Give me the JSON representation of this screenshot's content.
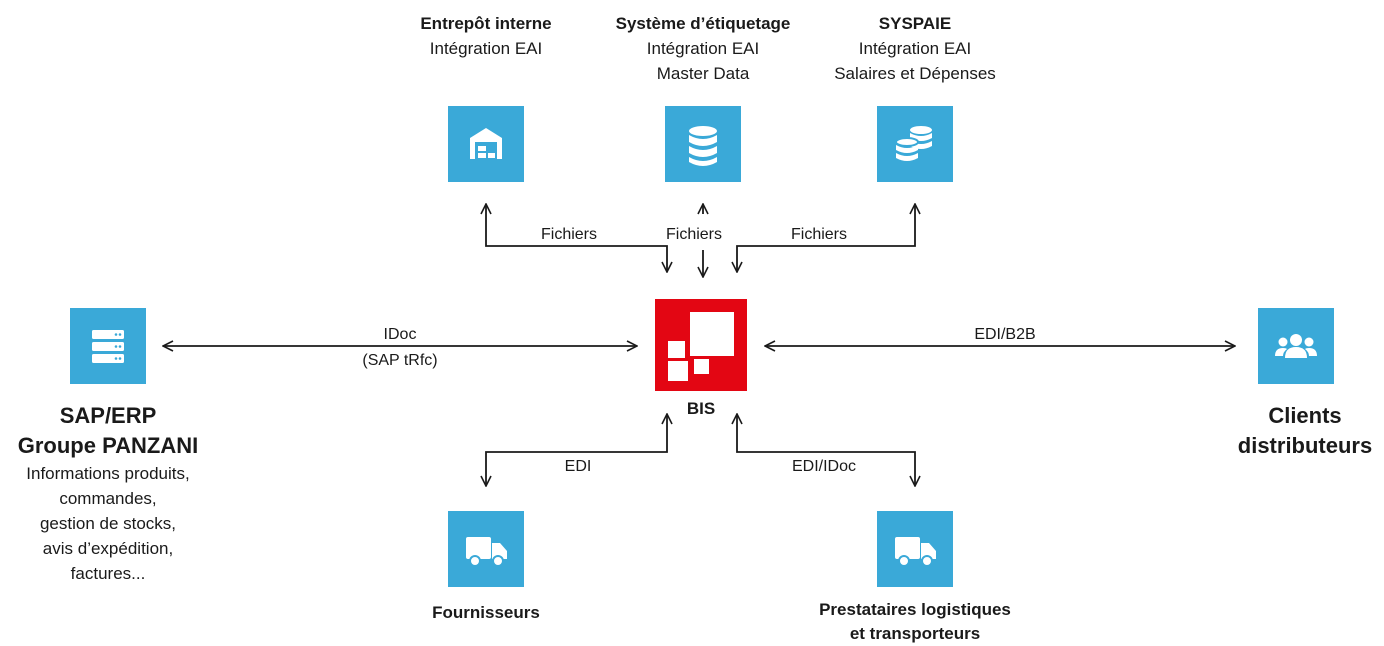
{
  "nodes": {
    "entrepot": {
      "title": "Entrepôt interne",
      "lines": [
        "Intégration EAI"
      ],
      "icon": "warehouse-icon"
    },
    "etiquetage": {
      "title": "Système d’étiquetage",
      "lines": [
        "Intégration EAI",
        "Master Data"
      ],
      "icon": "database-icon"
    },
    "syspaie": {
      "title": "SYSPAIE",
      "lines": [
        "Intégration EAI",
        "Salaires et Dépenses"
      ],
      "icon": "coins-icon"
    },
    "sap": {
      "title1": "SAP/ERP",
      "title2": "Groupe PANZANI",
      "lines": [
        "Informations produits,",
        "commandes,",
        "gestion de stocks,",
        "avis d’expédition,",
        "factures..."
      ],
      "icon": "server-icon"
    },
    "bis": {
      "title": "BIS",
      "icon": "bis-logo-icon",
      "color": "#e30613"
    },
    "clients": {
      "title1": "Clients",
      "title2": "distributeurs",
      "icon": "users-icon"
    },
    "fournisseurs": {
      "title": "Fournisseurs",
      "icon": "truck-icon"
    },
    "prestataires": {
      "title1": "Prestataires logistiques",
      "title2": "et transporteurs",
      "icon": "truck-icon"
    }
  },
  "edges": {
    "entrepot": {
      "label": "Fichiers"
    },
    "etiquetage": {
      "label": "Fichiers"
    },
    "syspaie": {
      "label": "Fichiers"
    },
    "sap": {
      "label1": "IDoc",
      "label2": "(SAP tRfc)"
    },
    "clients": {
      "label": "EDI/B2B"
    },
    "fournisseurs": {
      "label": "EDI"
    },
    "prestataires": {
      "label": "EDI/IDoc"
    }
  },
  "colors": {
    "icon_bg": "#3aa9d8",
    "bis_red": "#e30613",
    "line": "#1a1a1a"
  }
}
